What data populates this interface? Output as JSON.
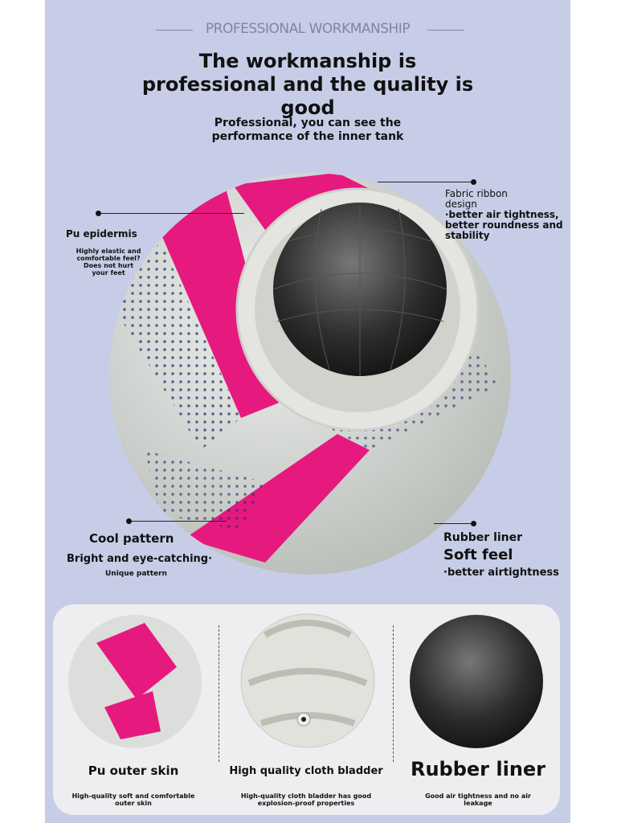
{
  "header": {
    "kicker": "PROFESSIONAL WORKMANSHIP",
    "title": "The workmanship is professional and the quality is good",
    "subtitle_line1": "Professional, you can see the",
    "subtitle_line2": "performance of the inner tank"
  },
  "callouts": {
    "pu": {
      "title": "Pu epidermis",
      "desc": [
        "Highly elastic and",
        "comfortable feel?",
        "Does not hurt",
        "your feet"
      ]
    },
    "fabric": {
      "title": [
        "Fabric ribbon",
        "design"
      ],
      "desc": [
        "·better air tightness,",
        "better roundness and",
        "stability"
      ]
    },
    "cool": {
      "title": "Cool pattern",
      "desc": "Bright and eye-catching·",
      "sub": "Unique pattern"
    },
    "rubber": {
      "title": "Rubber liner",
      "big": "Soft feel",
      "desc": "·better airtightness"
    }
  },
  "layers": [
    {
      "name": "Pu outer skin",
      "desc": [
        "High-quality soft and comfortable",
        "outer skin"
      ]
    },
    {
      "name": "High quality cloth bladder",
      "desc": [
        "High-quality cloth bladder has good",
        "explosion-proof properties"
      ]
    },
    {
      "name": "Rubber liner",
      "desc": [
        "Good air tightness and no air",
        "leakage"
      ]
    }
  ],
  "colors": {
    "background": "#c7cde6",
    "pink": "#e6197f",
    "navy": "#1c2a6e",
    "liner": "#2b2b2b"
  }
}
